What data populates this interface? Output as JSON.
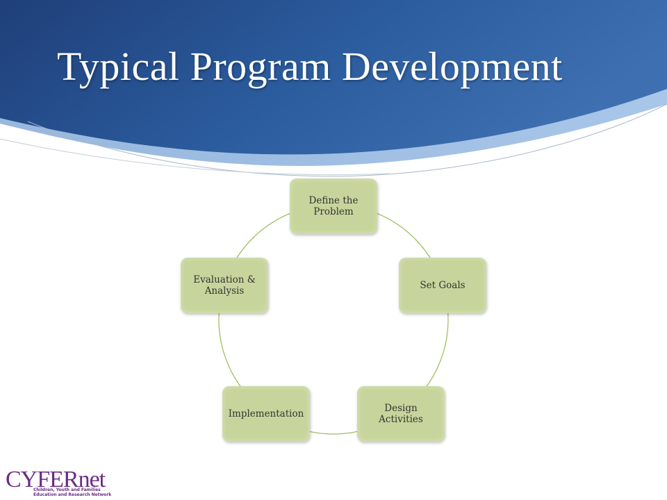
{
  "slide": {
    "title": "Typical Program Development",
    "header_colors": {
      "dark": "#1f3f79",
      "mid": "#2b5c9e",
      "light": "#5d8cc6"
    }
  },
  "cycle": {
    "nodes": [
      {
        "label": "Define the\nProblem"
      },
      {
        "label": "Set Goals"
      },
      {
        "label": "Design\nActivities"
      },
      {
        "label": "Implementation"
      },
      {
        "label": "Evaluation &\nAnalysis"
      }
    ],
    "node_color": "#c7d59c",
    "connector_color": "#9bbb59"
  },
  "logo": {
    "name": "CYFERnet",
    "tagline": "Children, Youth and Families\nEducation and Research Network",
    "color": "#6a2c86"
  }
}
